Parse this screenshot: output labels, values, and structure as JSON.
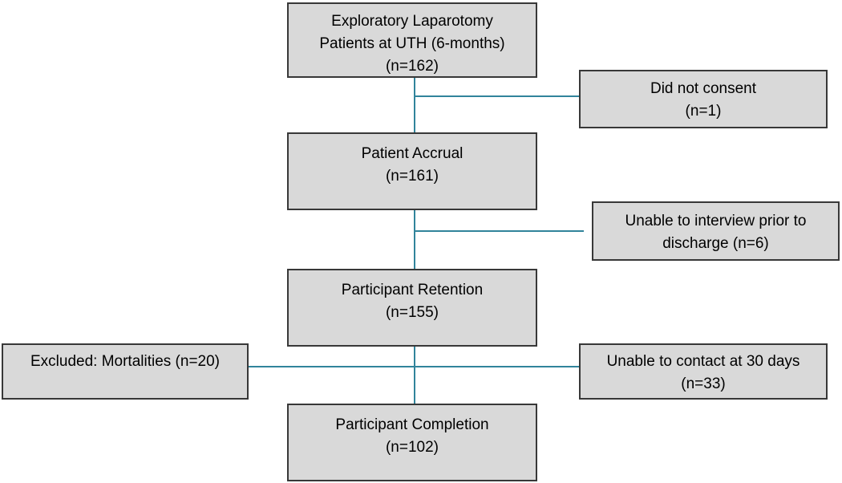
{
  "colors": {
    "background": "#ffffff",
    "node_fill": "#d9d9d9",
    "node_border": "#383838",
    "connector_line": "#31849b",
    "text": "#000000"
  },
  "diagram": {
    "type": "flowchart",
    "nodes": {
      "source": {
        "lines": [
          "Exploratory Laparotomy",
          "Patients at UTH (6-months)",
          "(n=162)"
        ],
        "n": 162
      },
      "consent": {
        "lines": [
          "Did not consent",
          "(n=1)"
        ],
        "n": 1
      },
      "accrual": {
        "lines": [
          "Patient Accrual",
          "(n=161)"
        ],
        "n": 161
      },
      "interview": {
        "lines": [
          "Unable to interview prior to",
          "discharge (n=6)"
        ],
        "n": 6
      },
      "retention": {
        "lines": [
          "Participant Retention",
          "(n=155)"
        ],
        "n": 155
      },
      "excluded": {
        "lines": [
          "Excluded: Mortalities (n=20)"
        ],
        "n": 20
      },
      "contact": {
        "lines": [
          "Unable to contact at 30 days",
          "(n=33)"
        ],
        "n": 33
      },
      "completion": {
        "lines": [
          "Participant Completion",
          "(n=102)"
        ],
        "n": 102
      }
    },
    "edges": [
      {
        "from": "source",
        "to": "accrual",
        "branches": [
          "consent"
        ]
      },
      {
        "from": "accrual",
        "to": "retention",
        "branches": [
          "interview"
        ]
      },
      {
        "from": "retention",
        "to": "completion",
        "branches": [
          "excluded",
          "contact"
        ]
      }
    ]
  }
}
